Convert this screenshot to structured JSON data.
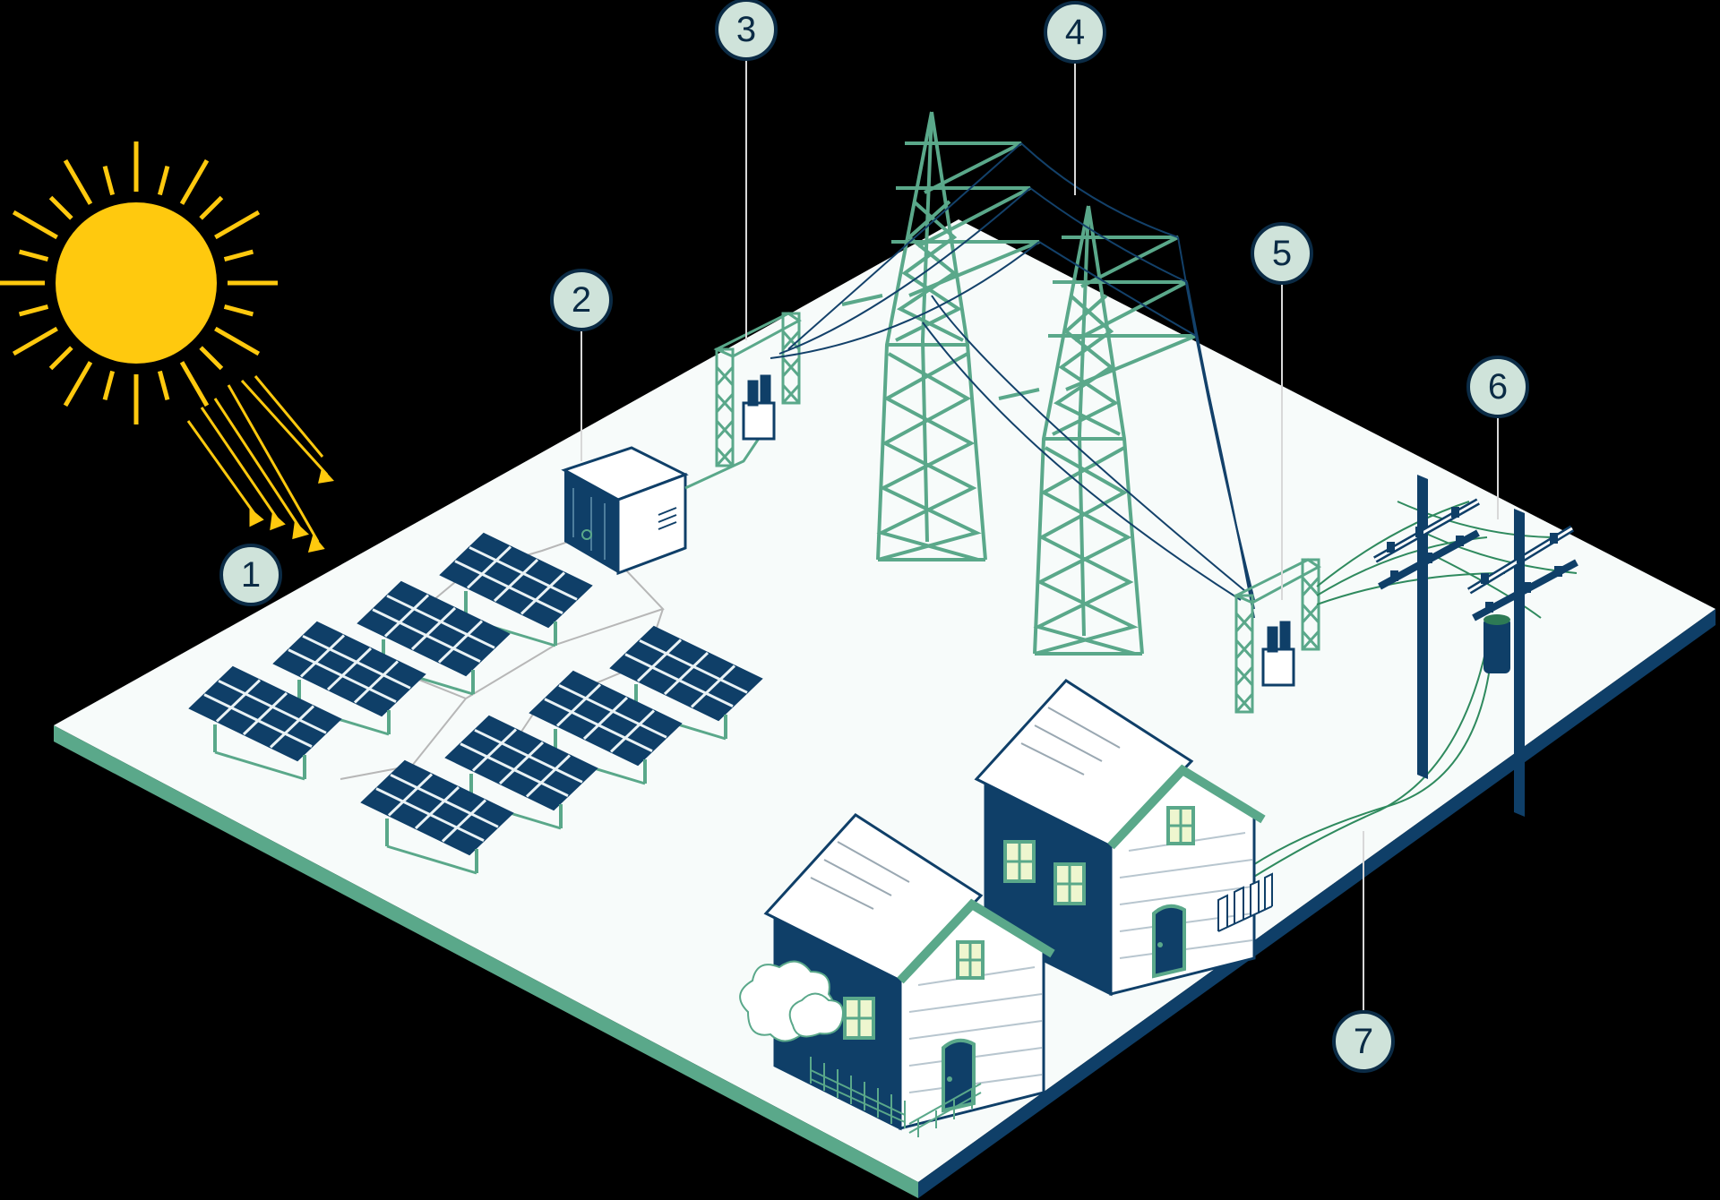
{
  "colors": {
    "background": "#000000",
    "ground": "#f7fbfa",
    "ground_edge_left": "#5aa88a",
    "ground_edge_right": "#0f3f68",
    "sun": "#ffc90e",
    "panel": "#0f3f68",
    "tower": "#5aa88a",
    "wire": "#13416a",
    "callout_fill": "#cfe3da",
    "callout_text": "#0b2b45"
  },
  "icons": {
    "sun": "sun-icon",
    "solar_panel": "solar-panel-icon",
    "inverter": "inverter-icon",
    "substation": "substation-icon",
    "transmission_tower": "transmission-tower-icon",
    "utility_pole": "utility-pole-icon",
    "house": "house-icon"
  },
  "callouts": [
    {
      "label": "1"
    },
    {
      "label": "2"
    },
    {
      "label": "3"
    },
    {
      "label": "4"
    },
    {
      "label": "5"
    },
    {
      "label": "6"
    },
    {
      "label": "7"
    }
  ]
}
